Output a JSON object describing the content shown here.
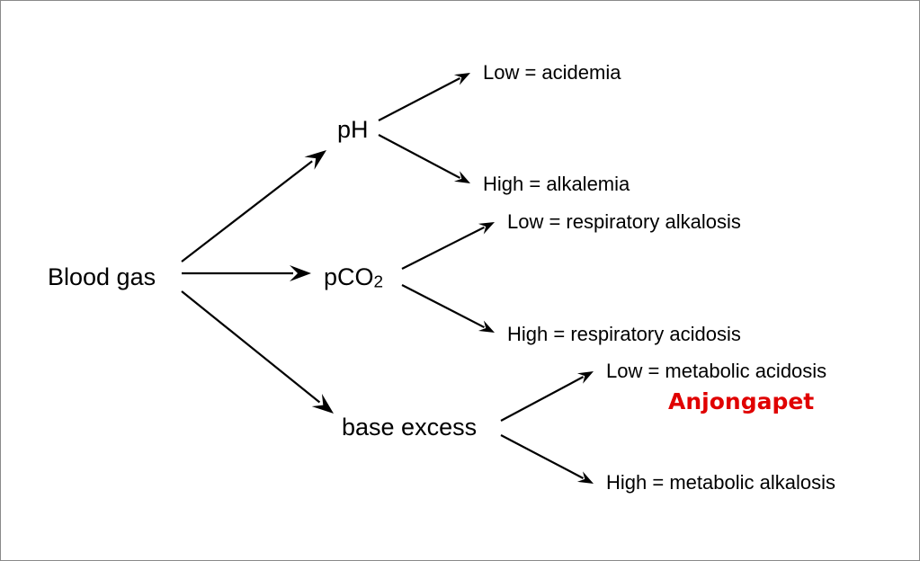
{
  "root": {
    "label": "Blood gas"
  },
  "branches": [
    {
      "label": "pH",
      "outcomes": [
        {
          "label": "Low = acidemia"
        },
        {
          "label": "High = alkalemia"
        }
      ]
    },
    {
      "label": "pCO",
      "label_subscript": "2",
      "outcomes": [
        {
          "label": "Low = respiratory alkalosis"
        },
        {
          "label": "High = respiratory acidosis"
        }
      ]
    },
    {
      "label": "base excess",
      "outcomes": [
        {
          "label": "Low = metabolic acidosis"
        },
        {
          "label": "High = metabolic alkalosis"
        }
      ]
    }
  ],
  "annotation": {
    "label": "Anjongapet",
    "color": "#e00000"
  },
  "colors": {
    "arrow": "#000000",
    "text": "#000000",
    "border": "#8a8a8a"
  }
}
